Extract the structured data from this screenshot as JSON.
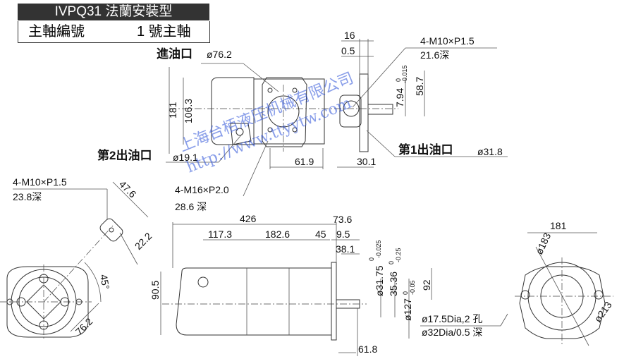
{
  "header": {
    "title": "IVPQ31 法蘭安裝型",
    "shaft_label": "主軸編號",
    "shaft_value": "1 號主軸"
  },
  "top_view": {
    "inlet_label": "進油口",
    "inlet_dia": "ø76.2",
    "outlet2_label": "第2出油口",
    "outlet2_dia": "ø19.1",
    "outlet1_label": "第1出油口",
    "outlet1_dia": "ø31.8",
    "thread1_a": "4-M10×P1.5",
    "thread1_b": "21.6深",
    "thread2_a": "4-M16×P2.0",
    "thread2_b": "28.6 深",
    "dims": {
      "d16": "16",
      "d05": "0.5",
      "d794": "7.94",
      "d794_tol_up": "0",
      "d794_tol_lo": "-0.015",
      "d587": "58.7",
      "d181": "181",
      "d1063": "106.3",
      "d619": "61.9",
      "d301": "30.1"
    }
  },
  "left_view": {
    "thread_a": "4-M10×P1.5",
    "thread_b": "23.8深",
    "d476": "47.6",
    "d222": "22.2",
    "angle": "45°",
    "d762": "76.2"
  },
  "front_view": {
    "d426": "426",
    "d736": "73.6",
    "d1173": "117.3",
    "d1826": "182.6",
    "d45": "45",
    "d95": "9.5",
    "d381": "38.1",
    "d905": "90.5",
    "d3175": "ø31.75",
    "d3175_tol_up": "0",
    "d3175_tol_lo": "-0.025",
    "d3536": "35.36",
    "d3536_tol_up": "0",
    "d3536_tol_lo": "-0.25",
    "d127": "ø127",
    "d127_tol_up": "0",
    "d127_tol_lo": "-0.05",
    "d92": "92",
    "hole_a": "ø17.5Dia,2 孔",
    "hole_b": "ø32Dia/0.5 深",
    "d618": "61.8"
  },
  "right_view": {
    "d181": "181",
    "d183": "ø183",
    "d213": "ø213"
  },
  "watermark": {
    "company": "上海台栢液压机械有限公司",
    "url": "http://www.ttyytw.com"
  }
}
